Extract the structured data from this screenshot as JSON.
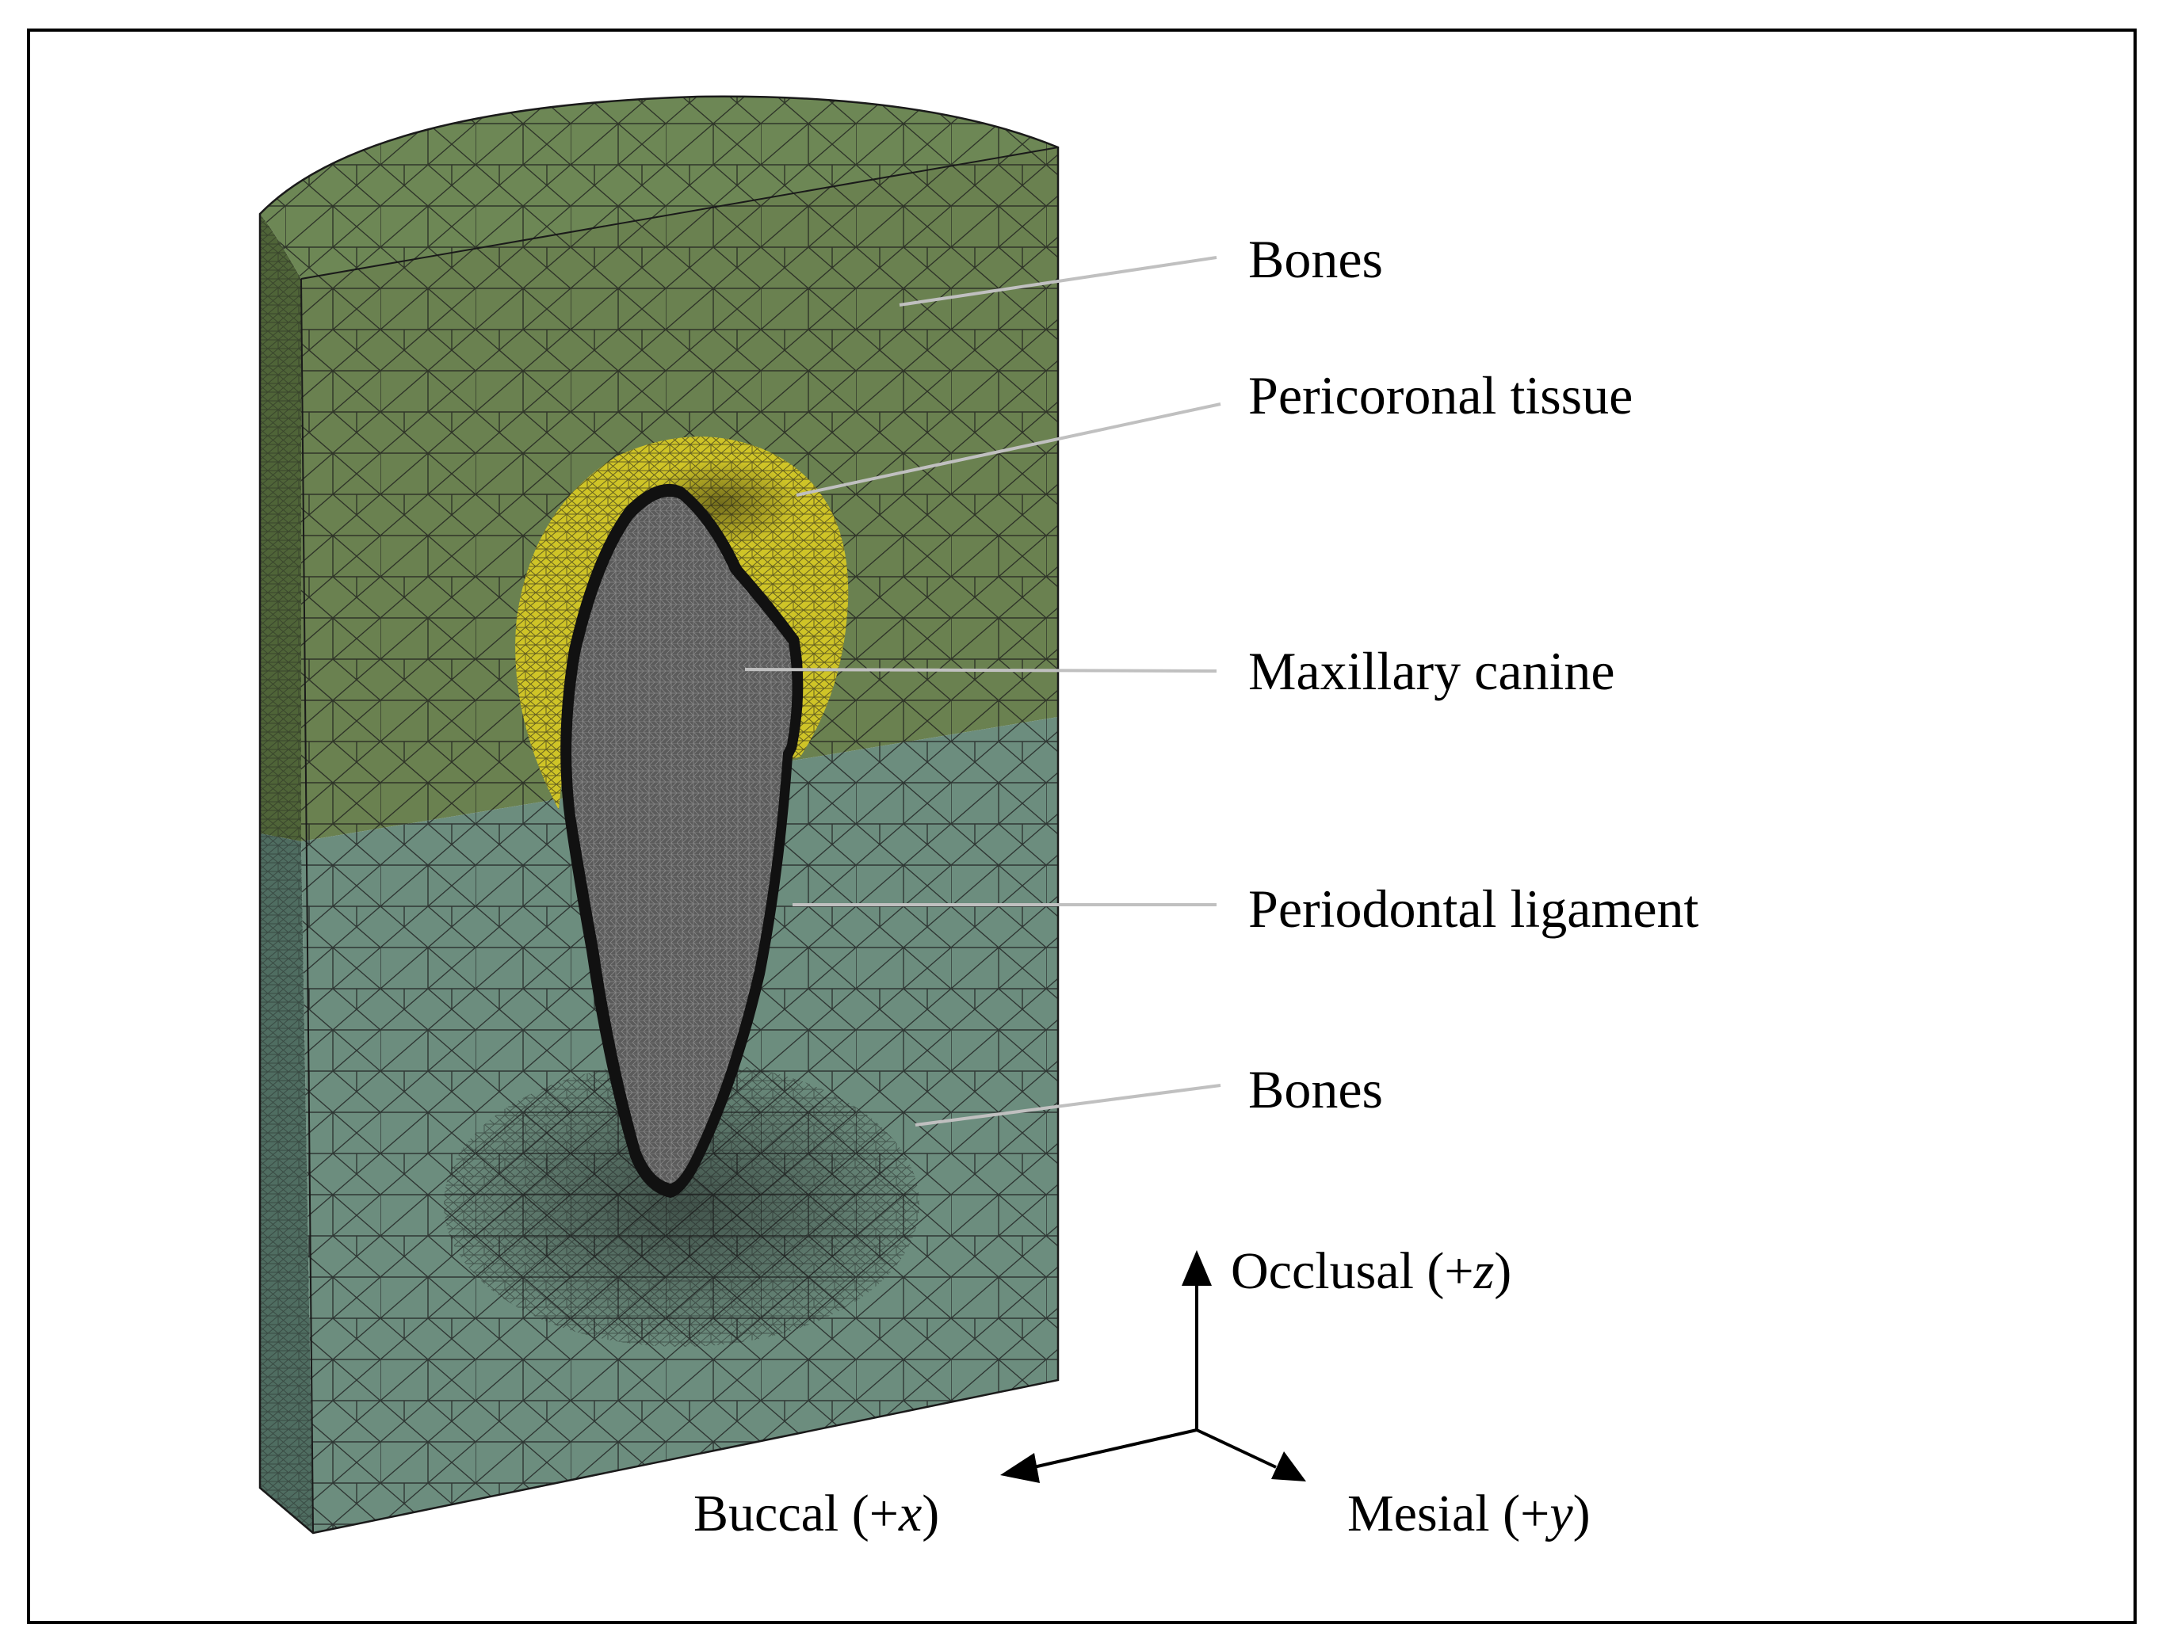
{
  "labels": {
    "bones_upper": "Bones",
    "pericoronal": "Pericoronal tissue",
    "canine": "Maxillary canine",
    "pdl": "Periodontal ligament",
    "bones_lower": "Bones"
  },
  "axes": {
    "occlusal": {
      "word": "Occlusal",
      "open": "(+",
      "var": "z",
      "close": ")"
    },
    "buccal": {
      "word": "Buccal",
      "open": "(+",
      "var": "x",
      "close": ")"
    },
    "mesial": {
      "word": "Mesial",
      "open": "(+",
      "var": "y",
      "close": ")"
    }
  },
  "colors": {
    "upper_bone": "#6a8150",
    "upper_bone_side": "#4f6438",
    "top_surface": "#6d8755",
    "lower_bone": "#6c8d7e",
    "lower_bone_side": "#4f6d61",
    "pericoronal": "#cfc427",
    "tooth": "#5b5b5b",
    "pdl": "#111111",
    "leader_line": "#c0c0c0",
    "mesh_line": "#1a1a1a",
    "frame": "#000000"
  }
}
